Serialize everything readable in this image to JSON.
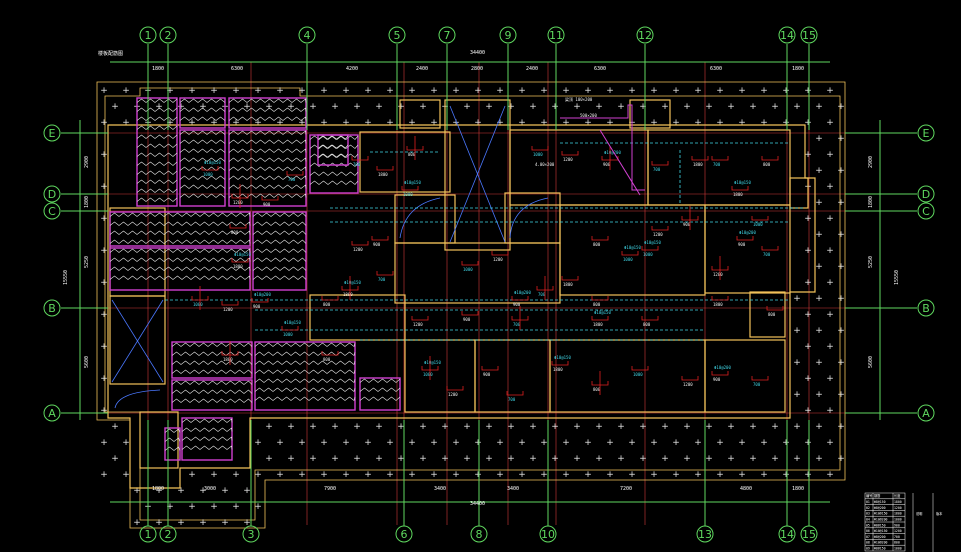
{
  "drawing": {
    "top_axes": [
      "1",
      "2",
      "4",
      "5",
      "7",
      "9",
      "11",
      "12",
      "14",
      "15"
    ],
    "bottom_axes": [
      "1",
      "2",
      "3",
      "6",
      "8",
      "10",
      "13",
      "14",
      "15"
    ],
    "left_axes": [
      "E",
      "D",
      "C",
      "B",
      "A"
    ],
    "right_axes": [
      "E",
      "D",
      "C",
      "B",
      "A"
    ],
    "top_dims": [
      "1800",
      "6300",
      "4200",
      "2400",
      "2800",
      "2400",
      "6300",
      "6300",
      "1800"
    ],
    "top_total": "34400",
    "bottom_dims": [
      "1800",
      "3000",
      "7900",
      "3400",
      "3400",
      "7200",
      "4800",
      "1800"
    ],
    "bottom_total": "34400",
    "left_dims": [
      "2900",
      "1800",
      "5250",
      "5600"
    ],
    "left_total": "15550",
    "right_dims": [
      "2900",
      "1800",
      "5250",
      "5600"
    ],
    "right_total": "15550",
    "top_note": "楼板配筋图",
    "beam_labels": [
      "梁顶 100×200",
      "500×200",
      "4.00×200"
    ],
    "rebar_tags": [
      "Φ10@150",
      "Φ8@150",
      "Φ10@200",
      "Φ8@200",
      "Φ10@150",
      "Φ8@150"
    ],
    "rebar_lengths": [
      "1000",
      "1200",
      "900",
      "700",
      "1800",
      "800"
    ]
  },
  "legend_table": {
    "header": [
      "编号",
      "钢筋",
      "长度"
    ],
    "rows": [
      [
        "01",
        "Φ8@150",
        "1800"
      ],
      [
        "02",
        "Φ8@200",
        "1200"
      ],
      [
        "03",
        "Φ10@150",
        "1800"
      ],
      [
        "04",
        "Φ10@200",
        "1000"
      ],
      [
        "05",
        "Φ8@150",
        "900"
      ],
      [
        "06",
        "Φ10@150",
        "1200"
      ],
      [
        "07",
        "Φ8@200",
        "700"
      ],
      [
        "08",
        "Φ10@200",
        "800"
      ],
      [
        "09",
        "Φ8@150",
        "1000"
      ]
    ],
    "side": [
      "说明",
      "版本"
    ]
  },
  "colors": {
    "axis": "#5fd85f",
    "wall": "#f2c25a",
    "slab_edge": "#d040d0",
    "rebar": "#e02020",
    "rebar_tag": "#3fd6e6",
    "opening": "#4a78ff",
    "background": "#000000"
  }
}
